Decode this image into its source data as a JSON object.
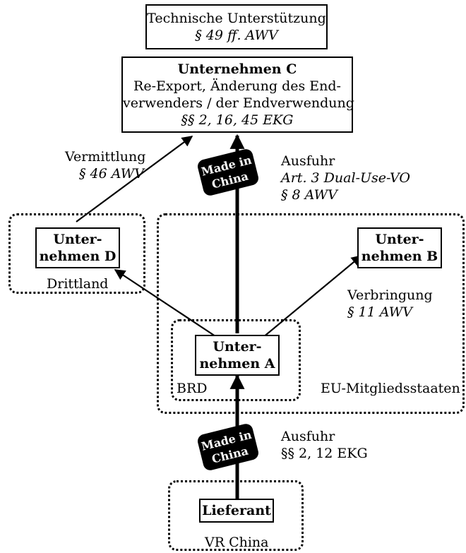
{
  "boxes": {
    "support": {
      "title": "Technische Unterstützung",
      "ref": "§ 49 ff. AWV"
    },
    "company_c": {
      "title": "Unternehmen C",
      "line1": "Re-Export, Änderung des End-",
      "line2": "verwenders / der Endverwendung",
      "ref": "§§ 2, 16, 45 EKG"
    },
    "company_d": {
      "line1": "Unter-",
      "line2": "nehmen D"
    },
    "company_b": {
      "line1": "Unter-",
      "line2": "nehmen B"
    },
    "company_a": {
      "line1": "Unter-",
      "line2": "nehmen A"
    },
    "supplier": {
      "title": "Lieferant"
    }
  },
  "regions": {
    "drittland": "Drittland",
    "eu": "EU-Mitgliedsstaaten",
    "brd": "BRD",
    "china": "VR China"
  },
  "flows": {
    "vermittlung": {
      "label": "Vermittlung",
      "ref": "§ 46 AWV"
    },
    "ausfuhr_eu": {
      "label": "Ausfuhr",
      "ref1": "Art. 3 Dual-Use-VO",
      "ref2": "§ 8 AWV"
    },
    "verbringung": {
      "label": "Verbringung",
      "ref": "§ 11 AWV"
    },
    "ausfuhr_china": {
      "label": "Ausfuhr",
      "ref": "§§ 2, 12 EKG"
    }
  },
  "badges": {
    "upper": {
      "line1": "Made in",
      "line2": "China"
    },
    "lower": {
      "line1": "Made in",
      "line2": "China"
    }
  }
}
